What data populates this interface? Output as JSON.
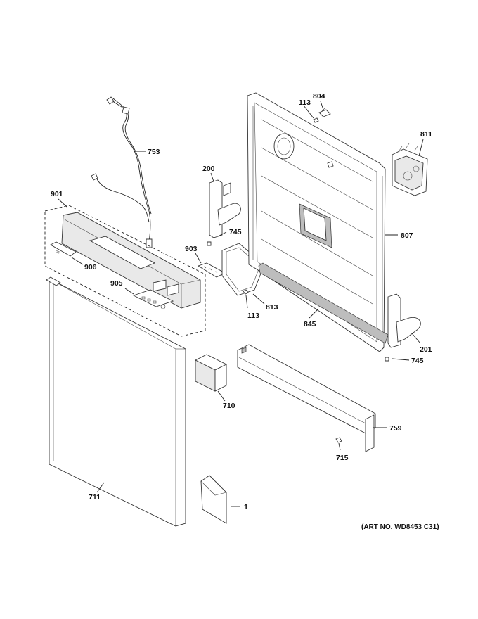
{
  "callouts": {
    "c804": "804",
    "c113_top": "113",
    "c811": "811",
    "c753": "753",
    "c200": "200",
    "c901": "901",
    "c745_mid": "745",
    "c807": "807",
    "c903": "903",
    "c906": "906",
    "c905": "905",
    "c813": "813",
    "c113_bot": "113",
    "c845": "845",
    "c201": "201",
    "c745_bot": "745",
    "c710": "710",
    "c759": "759",
    "c715": "715",
    "c711": "711",
    "c1": "1"
  },
  "art_number": "(ART NO. WD8453 C31)"
}
